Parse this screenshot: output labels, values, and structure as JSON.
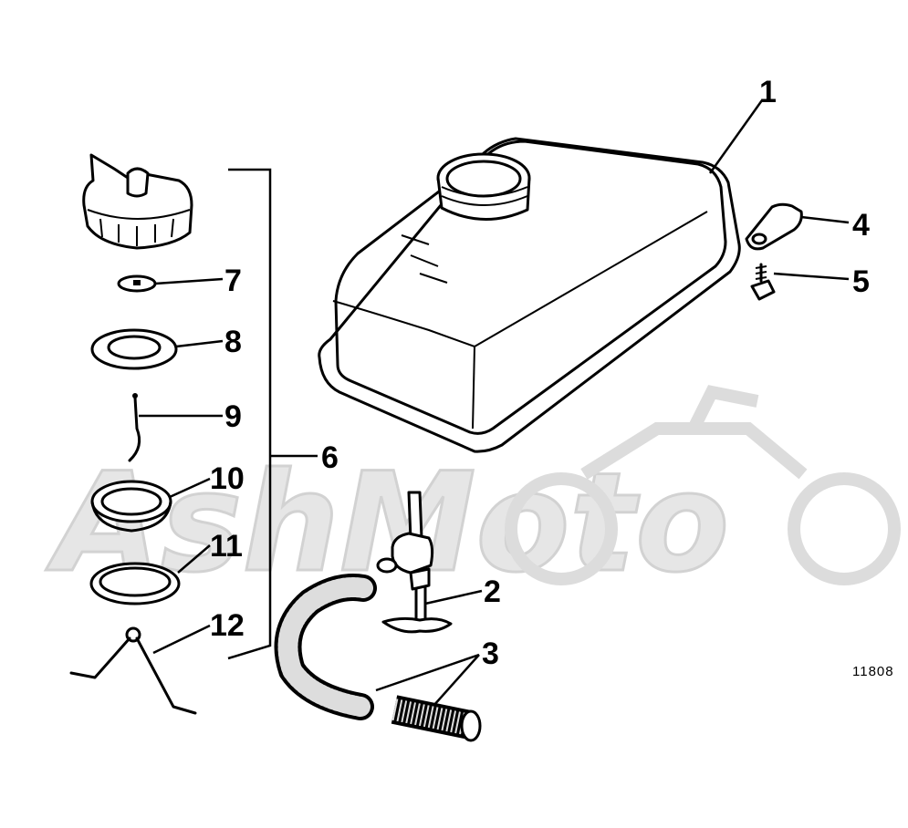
{
  "diagram": {
    "reference_number": "11808",
    "watermark": "AshMoto",
    "callouts": [
      {
        "id": "1",
        "label": "1"
      },
      {
        "id": "2",
        "label": "2"
      },
      {
        "id": "3",
        "label": "3"
      },
      {
        "id": "4",
        "label": "4"
      },
      {
        "id": "5",
        "label": "5"
      },
      {
        "id": "6",
        "label": "6"
      },
      {
        "id": "7",
        "label": "7"
      },
      {
        "id": "8",
        "label": "8"
      },
      {
        "id": "9",
        "label": "9"
      },
      {
        "id": "10",
        "label": "10"
      },
      {
        "id": "11",
        "label": "11"
      },
      {
        "id": "12",
        "label": "12"
      }
    ]
  }
}
